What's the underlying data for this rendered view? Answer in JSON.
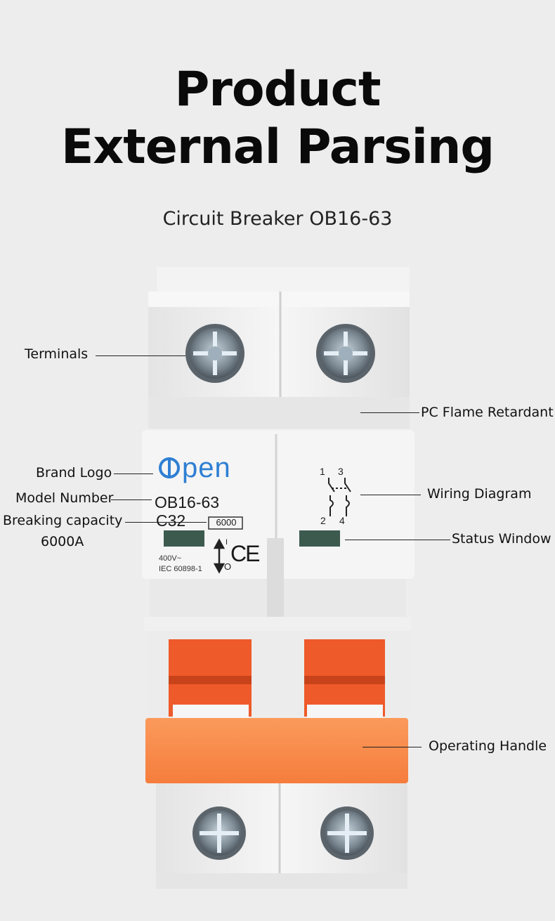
{
  "title": {
    "line1": "Product",
    "line2": "External Parsing"
  },
  "subtitle": "Circuit Breaker OB16-63",
  "callouts": {
    "terminals": "Terminals",
    "pc_flame": "PC Flame Retardant",
    "brand_logo": "Brand Logo",
    "model_number": "Model Number",
    "breaking_capacity": "Breaking capacity",
    "breaking_value": "6000A",
    "wiring_diagram": "Wiring Diagram",
    "status_window": "Status Window",
    "operating_handle": "Operating Handle"
  },
  "device": {
    "brand": "pen",
    "model": "OB16-63",
    "rating": "C32",
    "capacity": "6000",
    "voltage": "400V~",
    "standard": "IEC 60898-1",
    "ce_mark": "CE",
    "pole_1_top": "1",
    "pole_3_top": "3",
    "pole_2_bottom": "2",
    "pole_4_bottom": "4",
    "on_mark": "I",
    "off_mark": "O"
  },
  "colors": {
    "background": "#ededed",
    "housing": "#f2f2f2",
    "toggle_red": "#ee5a2a",
    "handle_orange": "#f98a4a",
    "logo_blue": "#2f7fd3",
    "status_window": "#3d5a4f"
  }
}
